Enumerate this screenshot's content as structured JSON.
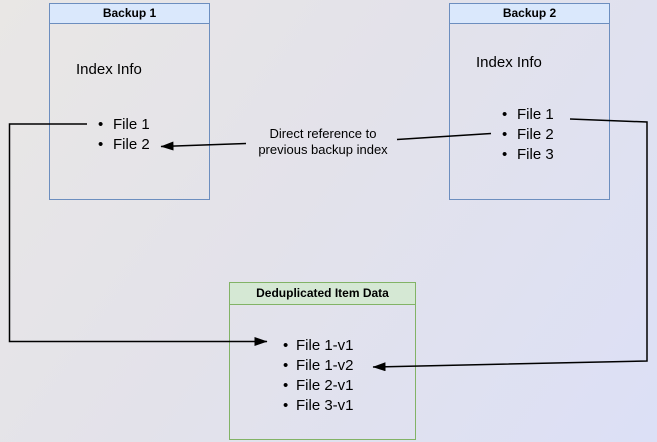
{
  "diagram": {
    "backup1": {
      "title": "Backup 1",
      "section_label": "Index Info",
      "files": [
        "File 1",
        "File 2"
      ]
    },
    "backup2": {
      "title": "Backup 2",
      "section_label": "Index Info",
      "files": [
        "File 1",
        "File 2",
        "File 3"
      ]
    },
    "dedup_store": {
      "title": "Deduplicated Item Data",
      "files": [
        "File 1-v1",
        "File 1-v2",
        "File 2-v1",
        "File 3-v1"
      ]
    },
    "annotation": {
      "lines": [
        "Direct reference to",
        "previous backup index"
      ]
    },
    "colors": {
      "backup_box_border": "#6c8ebf",
      "backup_box_header_fill": "#dae8fc",
      "dedup_box_border": "#82b366",
      "dedup_box_header_fill": "#d5e8d4",
      "connector": "#000000",
      "background_top_left": "#e9e7e5",
      "background_bottom_right": "#dce0f6"
    }
  }
}
